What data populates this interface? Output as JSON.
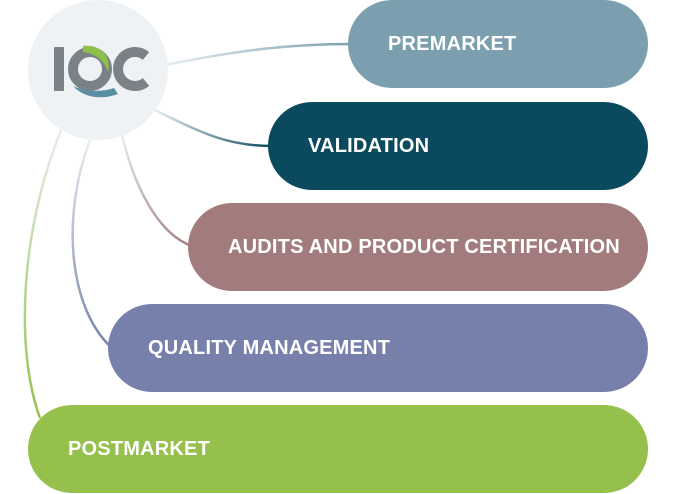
{
  "logo": {
    "text": "IQC",
    "colors": {
      "letters": "#7a8288",
      "swoosh_green": "#8cc04b",
      "swoosh_blue": "#5a8fa3"
    }
  },
  "steps": [
    {
      "label": "PREMARKET",
      "color": "#7b9faf"
    },
    {
      "label": "VALIDATION",
      "color": "#0b4a5e"
    },
    {
      "label": "AUDITS AND PRODUCT CERTIFICATION",
      "color": "#a27c7c"
    },
    {
      "label": "QUALITY MANAGEMENT",
      "color": "#7680ab"
    },
    {
      "label": "POSTMARKET",
      "color": "#95c04c"
    }
  ]
}
